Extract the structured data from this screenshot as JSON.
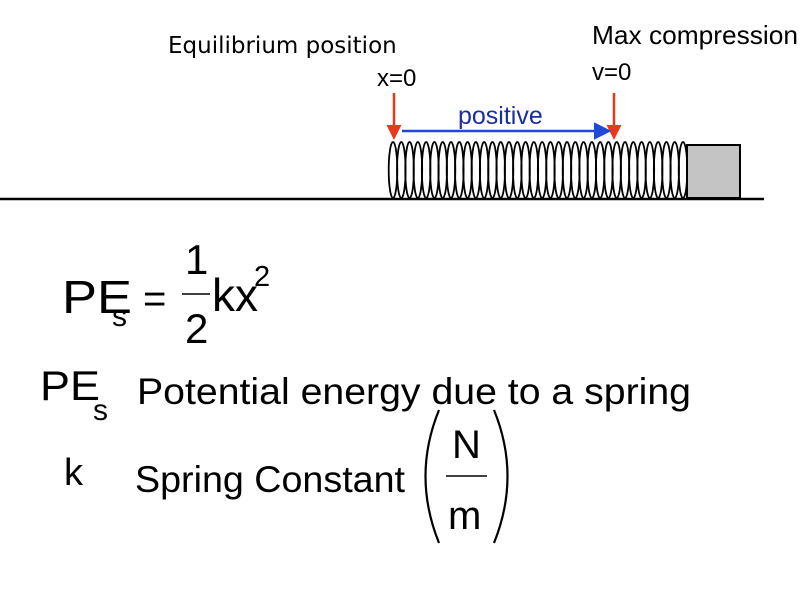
{
  "diagram": {
    "labels": {
      "equilibrium_title": "Equilibrium position",
      "equilibrium_value": "x=0",
      "max_title": "Max compression",
      "max_value": "v=0",
      "direction": "positive"
    },
    "colors": {
      "marker_arrow": "#e8391e",
      "direction_arrow": "#1f49d6",
      "direction_text": "#1a2f9e",
      "block_fill": "#c4c4c4",
      "ink": "#000000"
    }
  },
  "formula": {
    "lhs_main": "PE",
    "lhs_sub": "s",
    "equals": "=",
    "frac_num": "1",
    "frac_den": "2",
    "rhs_main": "kx",
    "rhs_exp": "2"
  },
  "definitions": [
    {
      "symbol_main": "PE",
      "symbol_sub": "s",
      "text": "Potential energy due to a spring"
    },
    {
      "symbol_main": "k",
      "text": "Spring Constant",
      "unit_num": "N",
      "unit_den": "m"
    }
  ]
}
